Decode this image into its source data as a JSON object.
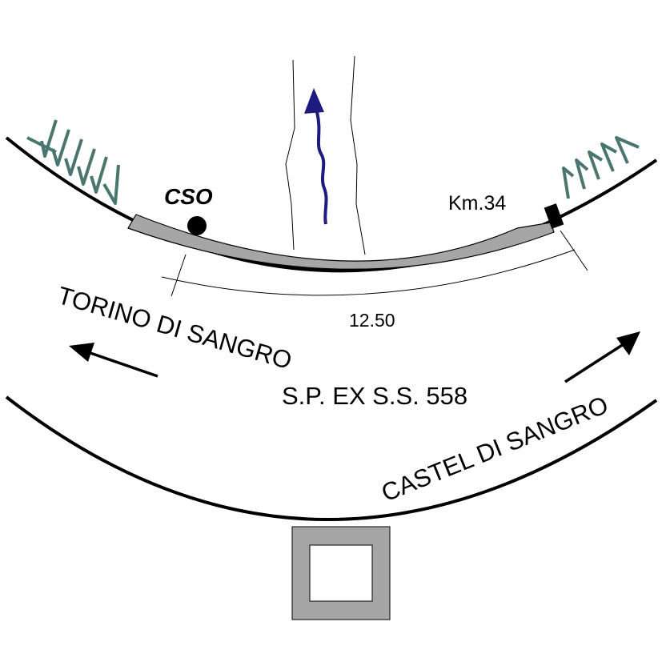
{
  "labels": {
    "station": "CSO",
    "km_marker": "Km.34",
    "span": "12.50",
    "dir_left": "TORINO DI SANGRO",
    "road": "S.P. EX S.S. 558",
    "dir_right": "CASTEL DI SANGRO"
  },
  "colors": {
    "line": "#000000",
    "deck": "#a6a6a6",
    "embankment": "#4a7670",
    "flow_arrow": "#1d1a80",
    "culvert": "#a6a6a6"
  },
  "icons": {
    "flow": "flow-direction-arrow-icon",
    "station": "measuring-station-dot-icon",
    "km": "kilometre-marker-icon",
    "culvert": "culvert-icon"
  }
}
